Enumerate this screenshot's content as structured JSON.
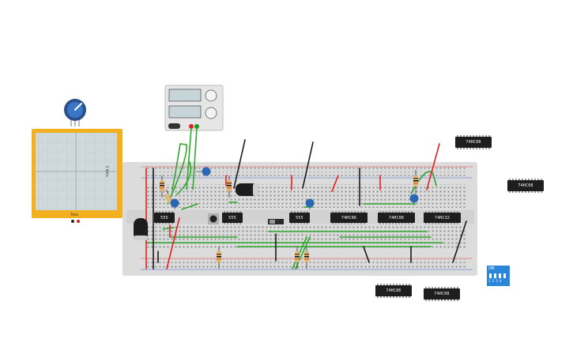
{
  "chips": {
    "timer_a": "555",
    "timer_b": "555",
    "timer_c": "555",
    "board_u4": "74HC86",
    "board_u5": "74HC08",
    "board_u6": "74HC32",
    "loose_top": "74HC08",
    "loose_right": "74HC08",
    "loose_bottom_left": "74HC86",
    "loose_bottom_right": "74HC08"
  },
  "oscilloscope": {
    "side_label": "5 V/div",
    "bottom_label": "Time"
  },
  "dip_switch": {
    "label": "ON",
    "numbers": "1 2 3 4"
  },
  "colors": {
    "wire_green": "#2ea82e",
    "wire_red": "#e02020",
    "wire_black": "#1a1a1a",
    "scope_frame": "#f2b01e",
    "capacitor_blue": "#2a68b4",
    "dip_blue": "#2a86d8"
  }
}
